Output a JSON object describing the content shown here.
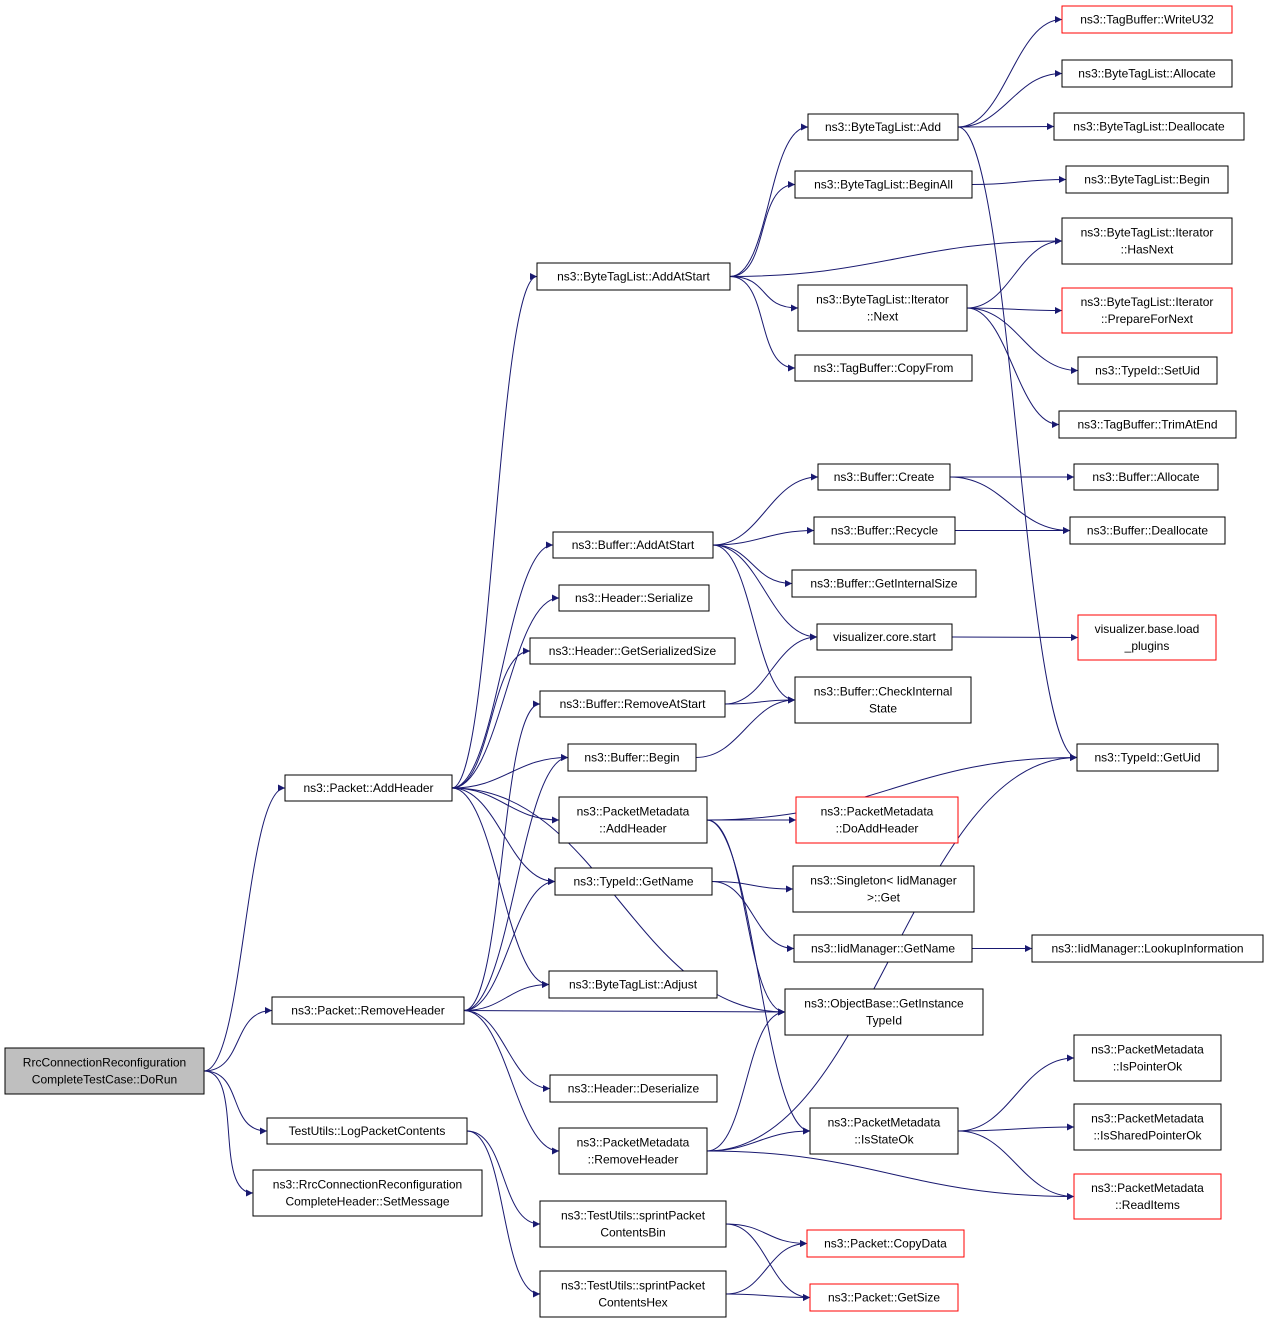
{
  "colors": {
    "edge": "#191970",
    "red_border": "#ff0000",
    "root_fill": "#bfbfbf"
  },
  "nodes": {
    "root": [
      "RrcConnectionReconfiguration",
      "CompleteTestCase::DoRun"
    ],
    "pkt_addheader": [
      "ns3::Packet::AddHeader"
    ],
    "pkt_removeheader": [
      "ns3::Packet::RemoveHeader"
    ],
    "logpkt": [
      "TestUtils::LogPacketContents"
    ],
    "setmessage": [
      "ns3::RrcConnectionReconfiguration",
      "CompleteHeader::SetMessage"
    ],
    "btl_addatstart": [
      "ns3::ByteTagList::AddAtStart"
    ],
    "buf_addatstart": [
      "ns3::Buffer::AddAtStart"
    ],
    "hdr_serialize": [
      "ns3::Header::Serialize"
    ],
    "hdr_getsersize": [
      "ns3::Header::GetSerializedSize"
    ],
    "buf_removeatstart": [
      "ns3::Buffer::RemoveAtStart"
    ],
    "buf_begin": [
      "ns3::Buffer::Begin"
    ],
    "pm_addheader": [
      "ns3::PacketMetadata",
      "::AddHeader"
    ],
    "typeid_getname": [
      "ns3::TypeId::GetName"
    ],
    "btl_adjust": [
      "ns3::ByteTagList::Adjust"
    ],
    "hdr_deserialize": [
      "ns3::Header::Deserialize"
    ],
    "pm_removeheader": [
      "ns3::PacketMetadata",
      "::RemoveHeader"
    ],
    "sprint_bin": [
      "ns3::TestUtils::sprintPacket",
      "ContentsBin"
    ],
    "sprint_hex": [
      "ns3::TestUtils::sprintPacket",
      "ContentsHex"
    ],
    "btl_add": [
      "ns3::ByteTagList::Add"
    ],
    "btl_beginall": [
      "ns3::ByteTagList::BeginAll"
    ],
    "btl_it_next": [
      "ns3::ByteTagList::Iterator",
      "::Next"
    ],
    "tb_copyfrom": [
      "ns3::TagBuffer::CopyFrom"
    ],
    "buf_create": [
      "ns3::Buffer::Create"
    ],
    "buf_recycle": [
      "ns3::Buffer::Recycle"
    ],
    "buf_getinternalsize": [
      "ns3::Buffer::GetInternalSize"
    ],
    "viz_start": [
      "visualizer.core.start"
    ],
    "buf_checkinternal": [
      "ns3::Buffer::CheckInternal",
      "State"
    ],
    "pm_doaddheader": [
      "ns3::PacketMetadata",
      "::DoAddHeader"
    ],
    "singleton_get": [
      "ns3::Singleton< IidManager",
      ">::Get"
    ],
    "iid_getname": [
      "ns3::IidManager::GetName"
    ],
    "ob_getinstancetypeid": [
      "ns3::ObjectBase::GetInstance",
      "TypeId"
    ],
    "pm_isstateok": [
      "ns3::PacketMetadata",
      "::IsStateOk"
    ],
    "pkt_copydata": [
      "ns3::Packet::CopyData"
    ],
    "pkt_getsize": [
      "ns3::Packet::GetSize"
    ],
    "tb_writeu32": [
      "ns3::TagBuffer::WriteU32"
    ],
    "btl_allocate": [
      "ns3::ByteTagList::Allocate"
    ],
    "btl_deallocate": [
      "ns3::ByteTagList::Deallocate"
    ],
    "btl_begin": [
      "ns3::ByteTagList::Begin"
    ],
    "btl_it_hasnext": [
      "ns3::ByteTagList::Iterator",
      "::HasNext"
    ],
    "btl_it_preparefornext": [
      "ns3::ByteTagList::Iterator",
      "::PrepareForNext"
    ],
    "typeid_setuid": [
      "ns3::TypeId::SetUid"
    ],
    "tb_trimatend": [
      "ns3::TagBuffer::TrimAtEnd"
    ],
    "buf_allocate": [
      "ns3::Buffer::Allocate"
    ],
    "buf_deallocate": [
      "ns3::Buffer::Deallocate"
    ],
    "viz_loadplugins": [
      "visualizer.base.load",
      "_plugins"
    ],
    "typeid_getuid": [
      "ns3::TypeId::GetUid"
    ],
    "iid_lookupinfo": [
      "ns3::IidManager::LookupInformation"
    ],
    "pm_ispointerok": [
      "ns3::PacketMetadata",
      "::IsPointerOk"
    ],
    "pm_issharedpointerok": [
      "ns3::PacketMetadata",
      "::IsSharedPointerOk"
    ],
    "pm_readitems": [
      "ns3::PacketMetadata",
      "::ReadItems"
    ]
  },
  "red_nodes": [
    "tb_writeu32",
    "btl_it_preparefornext",
    "viz_loadplugins",
    "pm_doaddheader",
    "pm_readitems",
    "pkt_copydata",
    "pkt_getsize"
  ],
  "edges": [
    [
      "root",
      "pkt_addheader"
    ],
    [
      "root",
      "pkt_removeheader"
    ],
    [
      "root",
      "logpkt"
    ],
    [
      "root",
      "setmessage"
    ],
    [
      "pkt_addheader",
      "btl_addatstart"
    ],
    [
      "pkt_addheader",
      "buf_addatstart"
    ],
    [
      "pkt_addheader",
      "hdr_serialize"
    ],
    [
      "pkt_addheader",
      "hdr_getsersize"
    ],
    [
      "pkt_addheader",
      "buf_begin"
    ],
    [
      "pkt_addheader",
      "pm_addheader"
    ],
    [
      "pkt_addheader",
      "typeid_getname"
    ],
    [
      "pkt_addheader",
      "btl_adjust"
    ],
    [
      "pkt_addheader",
      "ob_getinstancetypeid"
    ],
    [
      "pkt_removeheader",
      "buf_removeatstart"
    ],
    [
      "pkt_removeheader",
      "buf_begin"
    ],
    [
      "pkt_removeheader",
      "typeid_getname"
    ],
    [
      "pkt_removeheader",
      "btl_adjust"
    ],
    [
      "pkt_removeheader",
      "ob_getinstancetypeid"
    ],
    [
      "pkt_removeheader",
      "hdr_deserialize"
    ],
    [
      "pkt_removeheader",
      "pm_removeheader"
    ],
    [
      "logpkt",
      "sprint_bin"
    ],
    [
      "logpkt",
      "sprint_hex"
    ],
    [
      "btl_addatstart",
      "btl_add"
    ],
    [
      "btl_addatstart",
      "btl_beginall"
    ],
    [
      "btl_addatstart",
      "btl_it_hasnext"
    ],
    [
      "btl_addatstart",
      "btl_it_next"
    ],
    [
      "btl_addatstart",
      "tb_copyfrom"
    ],
    [
      "btl_add",
      "tb_writeu32"
    ],
    [
      "btl_add",
      "btl_allocate"
    ],
    [
      "btl_add",
      "btl_deallocate"
    ],
    [
      "btl_add",
      "typeid_getuid"
    ],
    [
      "btl_beginall",
      "btl_begin"
    ],
    [
      "btl_it_next",
      "btl_it_hasnext"
    ],
    [
      "btl_it_next",
      "btl_it_preparefornext"
    ],
    [
      "btl_it_next",
      "typeid_setuid"
    ],
    [
      "btl_it_next",
      "tb_trimatend"
    ],
    [
      "buf_addatstart",
      "buf_create"
    ],
    [
      "buf_addatstart",
      "buf_recycle"
    ],
    [
      "buf_addatstart",
      "buf_getinternalsize"
    ],
    [
      "buf_addatstart",
      "viz_start"
    ],
    [
      "buf_addatstart",
      "buf_checkinternal"
    ],
    [
      "buf_create",
      "buf_allocate"
    ],
    [
      "buf_create",
      "buf_deallocate"
    ],
    [
      "buf_recycle",
      "buf_deallocate"
    ],
    [
      "viz_start",
      "viz_loadplugins"
    ],
    [
      "buf_removeatstart",
      "viz_start"
    ],
    [
      "buf_removeatstart",
      "buf_checkinternal"
    ],
    [
      "buf_begin",
      "buf_checkinternal"
    ],
    [
      "pm_addheader",
      "typeid_getuid"
    ],
    [
      "pm_addheader",
      "pm_doaddheader"
    ],
    [
      "pm_addheader",
      "ob_getinstancetypeid"
    ],
    [
      "pm_addheader",
      "pm_isstateok"
    ],
    [
      "typeid_getname",
      "singleton_get"
    ],
    [
      "typeid_getname",
      "iid_getname"
    ],
    [
      "iid_getname",
      "iid_lookupinfo"
    ],
    [
      "pm_removeheader",
      "ob_getinstancetypeid"
    ],
    [
      "pm_removeheader",
      "typeid_getuid"
    ],
    [
      "pm_removeheader",
      "pm_isstateok"
    ],
    [
      "pm_removeheader",
      "pm_readitems"
    ],
    [
      "pm_isstateok",
      "pm_ispointerok"
    ],
    [
      "pm_isstateok",
      "pm_issharedpointerok"
    ],
    [
      "pm_isstateok",
      "pm_readitems"
    ],
    [
      "sprint_bin",
      "pkt_copydata"
    ],
    [
      "sprint_bin",
      "pkt_getsize"
    ],
    [
      "sprint_hex",
      "pkt_copydata"
    ],
    [
      "sprint_hex",
      "pkt_getsize"
    ]
  ]
}
